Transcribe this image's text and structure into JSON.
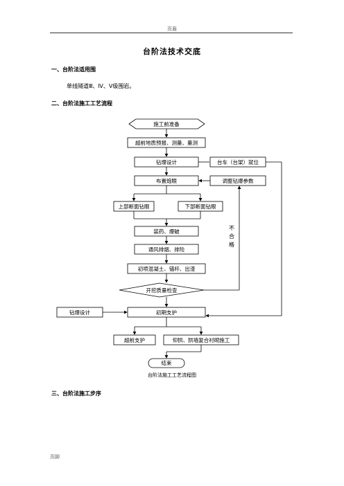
{
  "header": {
    "text": "页眉"
  },
  "footer": {
    "text": "页脚"
  },
  "doc": {
    "title": "台阶法技术交底",
    "section1": {
      "heading": "一、台阶法适用围",
      "text": "单线隧道Ⅲ、Ⅳ、Ⅴ级围岩。"
    },
    "section2": {
      "heading": "二、台阶法施工工艺流程"
    },
    "section3": {
      "heading": "三、台阶法施工步序"
    }
  },
  "flowchart": {
    "caption": "台阶法施工工艺流程图",
    "start": "施工前准备",
    "advance_forecast": "超前地质预报、测量、量测",
    "blast_design": "钻爆设计",
    "trolley": "台车（台架）就位",
    "layout_holes": "布置炮眼",
    "adjust_params": "调整钻爆参数",
    "upper_drill": "上部断面钻眼",
    "lower_drill": "下部断面钻眼",
    "charge_blast": "装药、爆破",
    "ventilation": "通风排烟、排险",
    "initial_shotcrete": "初喷混凝土、锚杆、出渣",
    "quality_check": "开挖质量检查",
    "fail_label": "不合格",
    "left_blast_design": "钻爆设计",
    "initial_support": "初期支护",
    "advance_support": "超前支护",
    "invert": "仰拱、拱墙复合衬砌施工",
    "end": "结束"
  }
}
